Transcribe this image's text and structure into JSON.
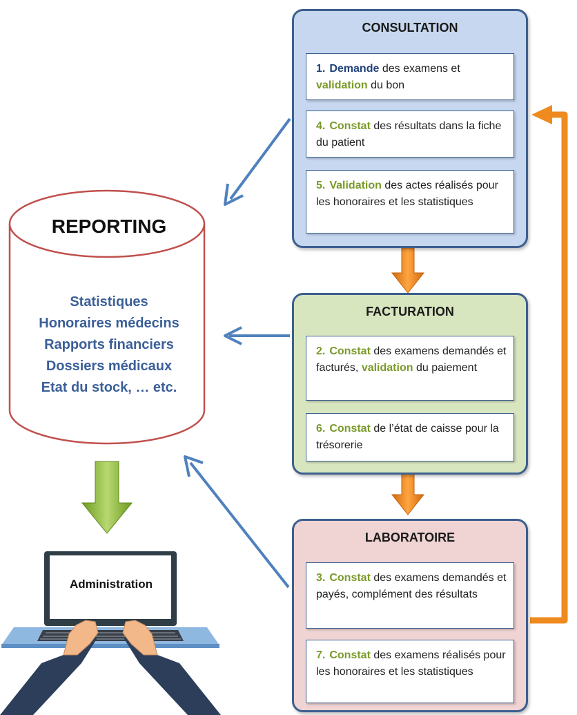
{
  "consultation": {
    "title": "CONSULTATION",
    "steps": [
      {
        "num": "1.",
        "parts": [
          {
            "text": "Demande",
            "style": "blue-bold"
          },
          {
            "text": " des examens et ",
            "style": "plain"
          },
          {
            "text": "validation",
            "style": "green-bold"
          },
          {
            "text": " du bon",
            "style": "plain"
          }
        ]
      },
      {
        "num": "4.",
        "parts": [
          {
            "text": "Constat",
            "style": "green-bold"
          },
          {
            "text": " des résultats dans la fiche du patient",
            "style": "plain"
          }
        ]
      },
      {
        "num": "5.",
        "parts": [
          {
            "text": "Validation",
            "style": "green-bold"
          },
          {
            "text": " des actes réalisés pour les honoraires et les statistiques",
            "style": "plain"
          }
        ]
      }
    ]
  },
  "facturation": {
    "title": "FACTURATION",
    "steps": [
      {
        "num": "2.",
        "parts": [
          {
            "text": "Constat",
            "style": "green-bold"
          },
          {
            "text": " des examens demandés et facturés, ",
            "style": "plain"
          },
          {
            "text": "validation",
            "style": "green-bold"
          },
          {
            "text": " du paiement",
            "style": "plain"
          }
        ]
      },
      {
        "num": "6.",
        "parts": [
          {
            "text": "Constat",
            "style": "green-bold"
          },
          {
            "text": " de l’état de caisse pour la trésorerie",
            "style": "plain"
          }
        ]
      }
    ]
  },
  "laboratoire": {
    "title": "LABORATOIRE",
    "steps": [
      {
        "num": "3.",
        "parts": [
          {
            "text": "Constat",
            "style": "green-bold"
          },
          {
            "text": " des examens demandés et payés, complément des résultats",
            "style": "plain"
          }
        ]
      },
      {
        "num": "7.",
        "parts": [
          {
            "text": "Constat",
            "style": "green-bold"
          },
          {
            "text": " des examens réalisés pour les honoraires et les statistiques",
            "style": "plain"
          }
        ]
      }
    ]
  },
  "reporting": {
    "title": "REPORTING",
    "items": [
      "Statistiques",
      "Honoraires médecins",
      "Rapports financiers",
      "Dossiers médicaux",
      "Etat du stock, … etc."
    ]
  },
  "administration": {
    "label": "Administration"
  },
  "colors": {
    "consultation_bg": "#c6d7ef",
    "facturation_bg": "#d8e6c0",
    "laboratoire_bg": "#efd4d3",
    "panel_border": "#3d5f8f",
    "reporting_border": "#c0504d",
    "blue_text": "#3b5f98",
    "green_text": "#7a9a2a",
    "orange_arrow": "#ee8a1e",
    "blue_arrow": "#4f81bd",
    "green_arrow": "#8db43a"
  }
}
